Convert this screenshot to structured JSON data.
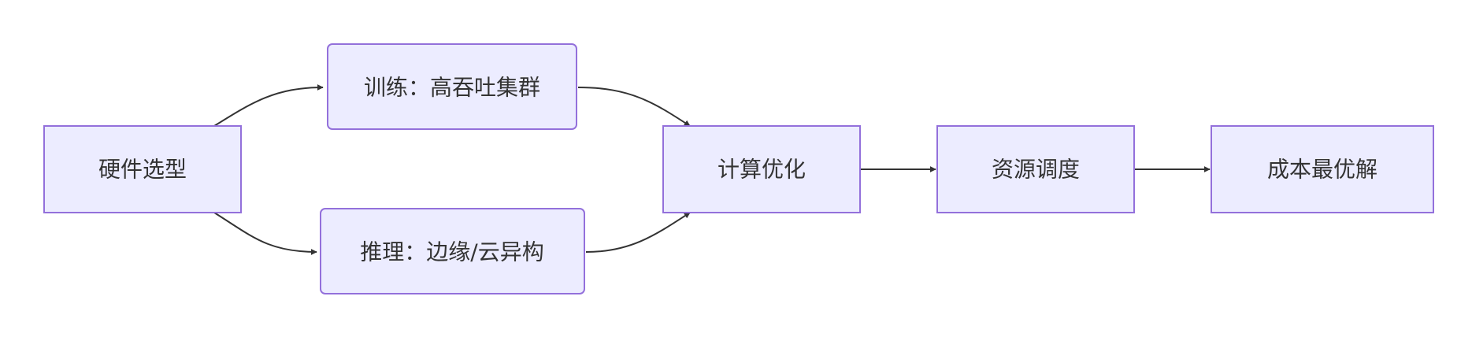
{
  "diagram": {
    "type": "flowchart",
    "colors": {
      "node_fill": "#ECECFF",
      "node_stroke": "#9370DB",
      "edge": "#333333",
      "text": "#333333"
    },
    "nodes": {
      "hardware": "硬件选型",
      "training": "训练：高吞吐集群",
      "inference": "推理：边缘/云异构",
      "compute": "计算优化",
      "scheduling": "资源调度",
      "cost": "成本最优解"
    },
    "edges": [
      {
        "from": "hardware",
        "to": "training"
      },
      {
        "from": "hardware",
        "to": "inference"
      },
      {
        "from": "training",
        "to": "compute"
      },
      {
        "from": "inference",
        "to": "compute"
      },
      {
        "from": "compute",
        "to": "scheduling"
      },
      {
        "from": "scheduling",
        "to": "cost"
      }
    ]
  }
}
